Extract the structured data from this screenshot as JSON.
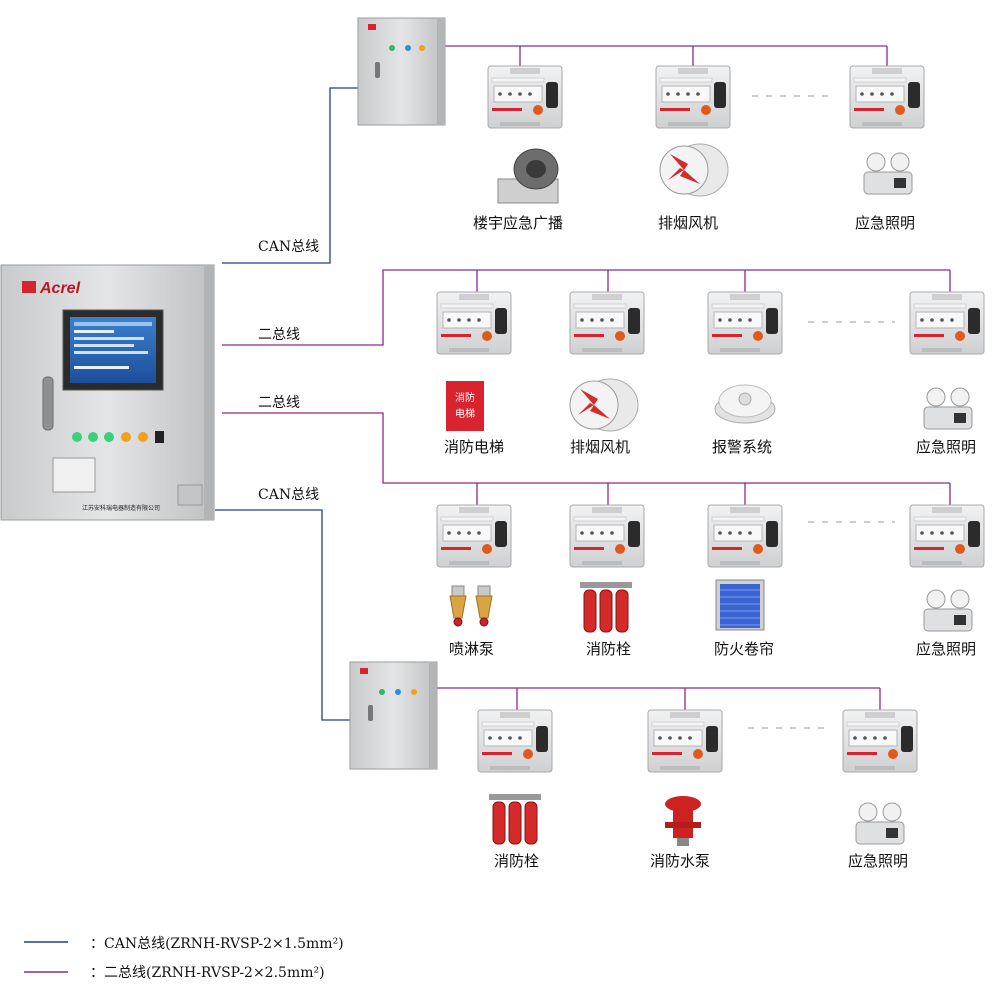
{
  "colors": {
    "can_bus": "#1e3f8f",
    "two_bus": "#8b2a8a",
    "cabinet": "#d9dadc",
    "module": "#e6e7e9",
    "accent_red": "#d9232e"
  },
  "main_cabinet": {
    "brand": "Acrel",
    "company": "江苏安科瑞电器制造有限公司"
  },
  "bus_labels": {
    "can_top": "CAN总线",
    "two_1": "二总线",
    "two_2": "二总线",
    "can_bottom": "CAN总线"
  },
  "rows": [
    {
      "id": "r1",
      "items": [
        "楼宇应急广播",
        "排烟风机",
        "应急照明"
      ]
    },
    {
      "id": "r2",
      "items": [
        "消防电梯",
        "排烟风机",
        "报警系统",
        "应急照明"
      ]
    },
    {
      "id": "r3",
      "items": [
        "喷淋泵",
        "消防栓",
        "防火卷帘",
        "应急照明"
      ]
    },
    {
      "id": "r4",
      "items": [
        "消防栓",
        "消防水泵",
        "应急照明"
      ]
    }
  ],
  "elevator_sign": "消防电梯",
  "legend": [
    {
      "text": "：CAN总线(ZRNH-RVSP-2×1.5mm²)",
      "color": "#1e3f8f"
    },
    {
      "text": "：二总线(ZRNH-RVSP-2×2.5mm²)",
      "color": "#8b2a8a"
    }
  ]
}
